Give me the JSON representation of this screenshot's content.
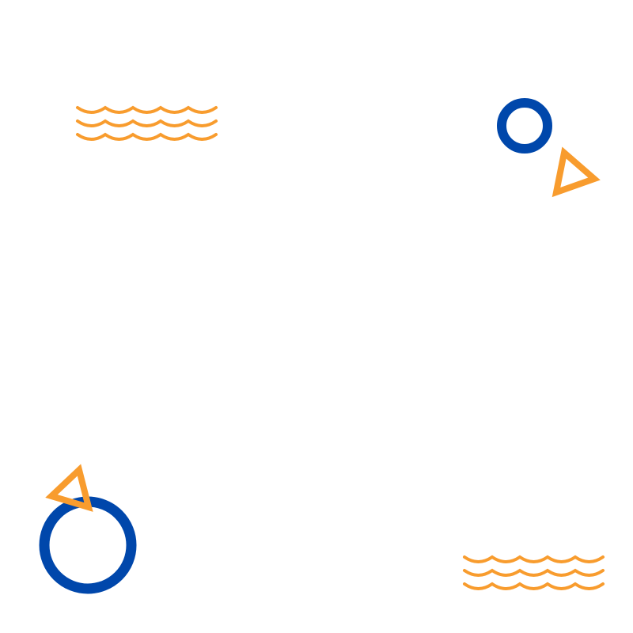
{
  "colors": {
    "background": "#ffffff",
    "orange": "#F89C2E",
    "blue": "#0047AB"
  },
  "shapes": [
    {
      "kind": "wave-lines",
      "color": "orange",
      "lines": 3,
      "periods": 5
    },
    {
      "kind": "ring",
      "color": "blue"
    },
    {
      "kind": "triangle-outline",
      "color": "orange"
    },
    {
      "kind": "triangle-outline",
      "color": "orange"
    },
    {
      "kind": "ring",
      "color": "blue"
    },
    {
      "kind": "wave-lines",
      "color": "orange",
      "lines": 3,
      "periods": 5
    }
  ]
}
